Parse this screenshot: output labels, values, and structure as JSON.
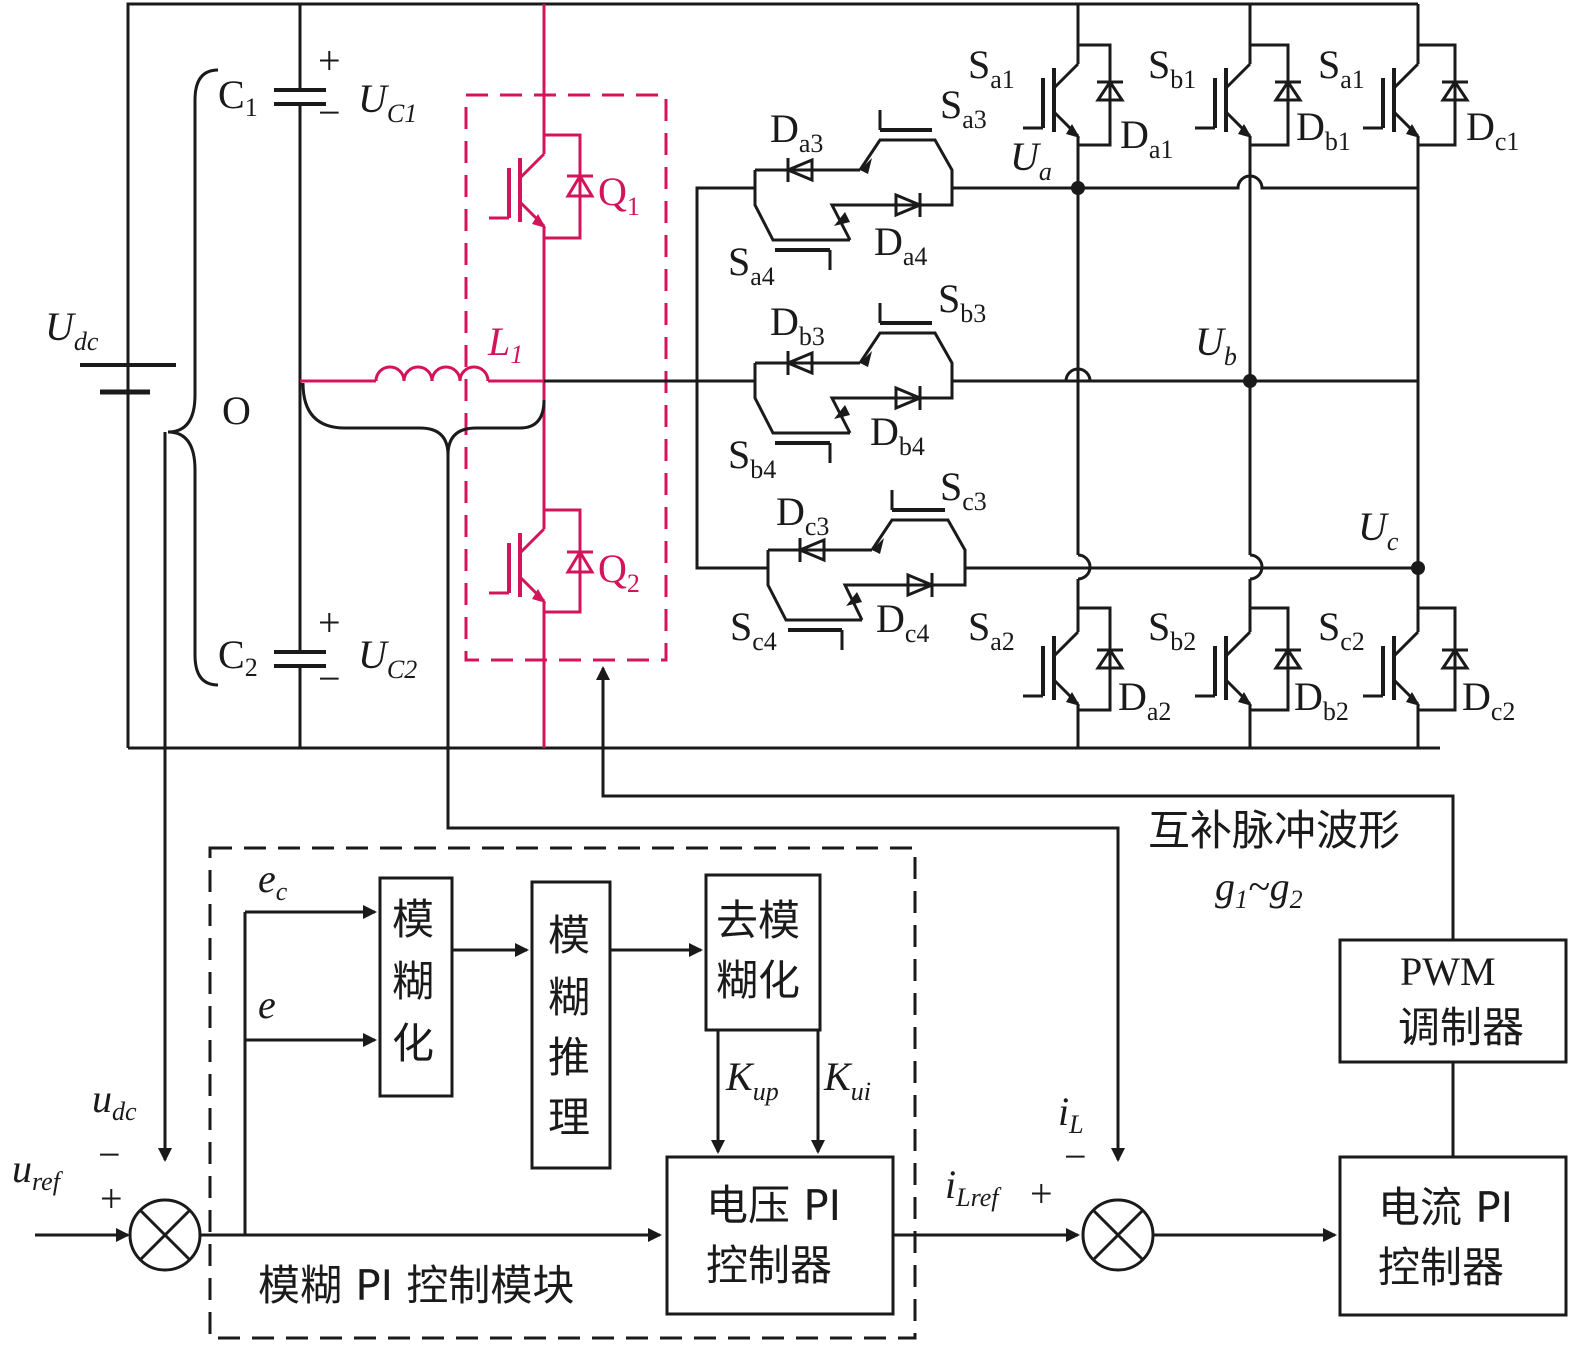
{
  "labels": {
    "udc_dc": "U",
    "udc_dc_sub": "dc",
    "c1": "C",
    "c1_sub": "1",
    "c2": "C",
    "c2_sub": "2",
    "uc1": "U",
    "uc1_sub": "C1",
    "uc2": "U",
    "uc2_sub": "C2",
    "o": "O",
    "plus": "+",
    "minus": "−",
    "l1": "L",
    "l1_sub": "1",
    "q1": "Q",
    "q1_sub": "1",
    "q2": "Q",
    "q2_sub": "2",
    "ua": "U",
    "ua_sub": "a",
    "ub": "U",
    "ub_sub": "b",
    "uc": "U",
    "uc_sub": "c"
  },
  "devices": {
    "sa1": [
      "S",
      "a1"
    ],
    "sb1": [
      "S",
      "b1"
    ],
    "sc1": [
      "S",
      "a1"
    ],
    "da1": [
      "D",
      "a1"
    ],
    "db1": [
      "D",
      "b1"
    ],
    "dc1": [
      "D",
      "c1"
    ],
    "sa2": [
      "S",
      "a2"
    ],
    "sb2": [
      "S",
      "b2"
    ],
    "sc2": [
      "S",
      "c2"
    ],
    "da2": [
      "D",
      "a2"
    ],
    "db2": [
      "D",
      "b2"
    ],
    "dc2": [
      "D",
      "c2"
    ],
    "sa3": [
      "S",
      "a3"
    ],
    "sa4": [
      "S",
      "a4"
    ],
    "da3": [
      "D",
      "a3"
    ],
    "da4": [
      "D",
      "a4"
    ],
    "sb3": [
      "S",
      "b3"
    ],
    "sb4": [
      "S",
      "b4"
    ],
    "db3": [
      "D",
      "b3"
    ],
    "db4": [
      "D",
      "b4"
    ],
    "sc3": [
      "S",
      "c3"
    ],
    "sc4": [
      "S",
      "c4"
    ],
    "dc3": [
      "D",
      "c3"
    ],
    "dc4": [
      "D",
      "c4"
    ]
  },
  "control": {
    "ec": "e",
    "ec_sub": "c",
    "e": "e",
    "udc": "u",
    "udc_sub": "dc",
    "uref": "u",
    "uref_sub": "ref",
    "minus": "−",
    "plus": "+",
    "il": "i",
    "il_sub": "L",
    "ilref": "i",
    "ilref_sub": "Lref",
    "kup": "K",
    "kup_sub": "up",
    "kui": "K",
    "kui_sub": "ui",
    "fuzzify": [
      "模",
      "糊",
      "化"
    ],
    "inference": [
      "模",
      "糊",
      "推",
      "理"
    ],
    "defuzzify": [
      "去模",
      "糊化"
    ],
    "voltage_pi": [
      "电压 PI",
      "控制器"
    ],
    "current_pi": [
      "电流 PI",
      "控制器"
    ],
    "pwm": [
      "PWM",
      "调制器"
    ],
    "fuzzy_module": "模糊 PI 控制模块",
    "pulse": "互补脉冲波形",
    "g_label": [
      "g",
      "1",
      "~g",
      "2"
    ]
  }
}
